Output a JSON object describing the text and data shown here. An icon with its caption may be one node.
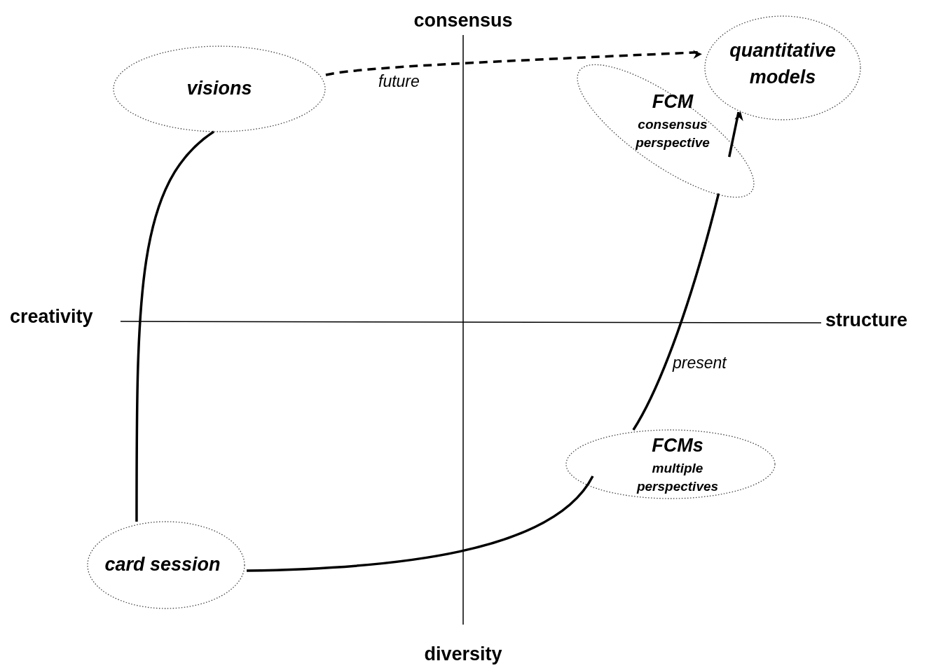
{
  "diagram": {
    "nodes": [
      {
        "text": [
          "visions"
        ]
      },
      {
        "text": [
          "quantitative models"
        ]
      },
      {
        "text": [
          "FCM",
          "consensus perspective"
        ]
      },
      {
        "text": [
          "FCMs",
          "multiple perspectives"
        ]
      },
      {
        "text": [
          "card session"
        ]
      }
    ],
    "edges": [
      {
        "from": 4,
        "to": 0,
        "arrow": "none"
      },
      {
        "from": 0,
        "to": 1,
        "arrow": "to",
        "label": "future",
        "style": "dashed"
      },
      {
        "from": 4,
        "to": 3,
        "arrow": "none"
      },
      {
        "from": 3,
        "to": 2,
        "arrow": "none",
        "label": "present"
      },
      {
        "from": 2,
        "to": 1,
        "arrow": "to"
      }
    ],
    "labels": [
      "consensus",
      "creativity",
      "structure",
      "diversity"
    ]
  }
}
